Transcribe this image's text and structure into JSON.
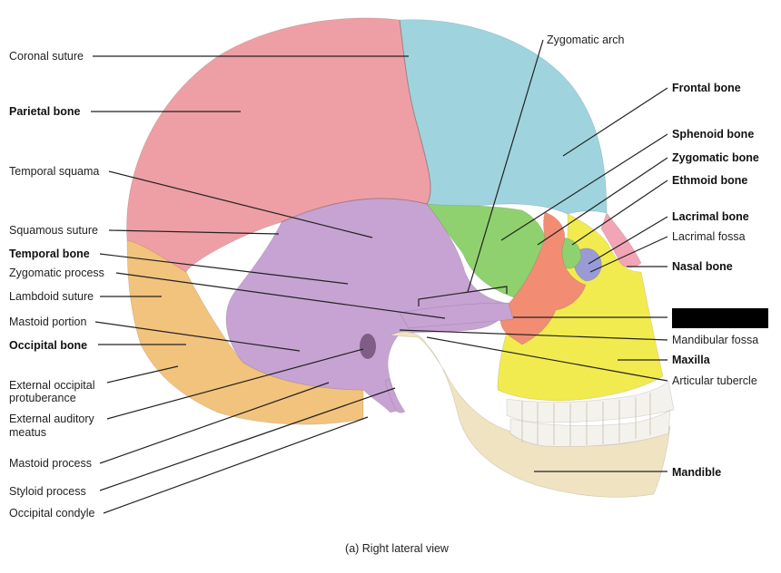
{
  "figure": {
    "caption": "(a) Right lateral view"
  },
  "colors": {
    "parietal": "#ee9fa5",
    "frontal": "#9fd4de",
    "temporal": "#c7a3d3",
    "occipital": "#f2c37d",
    "sphenoid": "#8fd16f",
    "zygomatic": "#f28d73",
    "maxilla": "#f2eb50",
    "mandible": "#f0e3c2",
    "lacrimal": "#9a9bd6",
    "nasal": "#f2a6b5",
    "teeth": "#f4f2ec",
    "redaction": "#000000"
  },
  "labels": {
    "coronal_suture": "Coronal suture",
    "parietal_bone": "Parietal bone",
    "temporal_squama": "Temporal squama",
    "squamous_suture": "Squamous suture",
    "temporal_bone": "Temporal bone",
    "zygomatic_process": "Zygomatic process",
    "lambdoid_suture": "Lambdoid suture",
    "mastoid_portion": "Mastoid portion",
    "occipital_bone": "Occipital bone",
    "external_occipital_protuberance_1": "External occipital",
    "external_occipital_protuberance_2": "protuberance",
    "external_auditory_meatus_1": "External auditory",
    "external_auditory_meatus_2": "meatus",
    "mastoid_process": "Mastoid process",
    "styloid_process": "Styloid process",
    "occipital_condyle": "Occipital condyle",
    "zygomatic_arch": "Zygomatic arch",
    "frontal_bone": "Frontal bone",
    "sphenoid_bone": "Sphenoid bone",
    "zygomatic_bone": "Zygomatic bone",
    "ethmoid_bone": "Ethmoid bone",
    "lacrimal_bone": "Lacrimal bone",
    "lacrimal_fossa": "Lacrimal fossa",
    "nasal_bone": "Nasal bone",
    "mandibular_fossa": "Mandibular fossa",
    "maxilla": "Maxilla",
    "articular_tubercle": "Articular tubercle",
    "mandible": "Mandible"
  }
}
